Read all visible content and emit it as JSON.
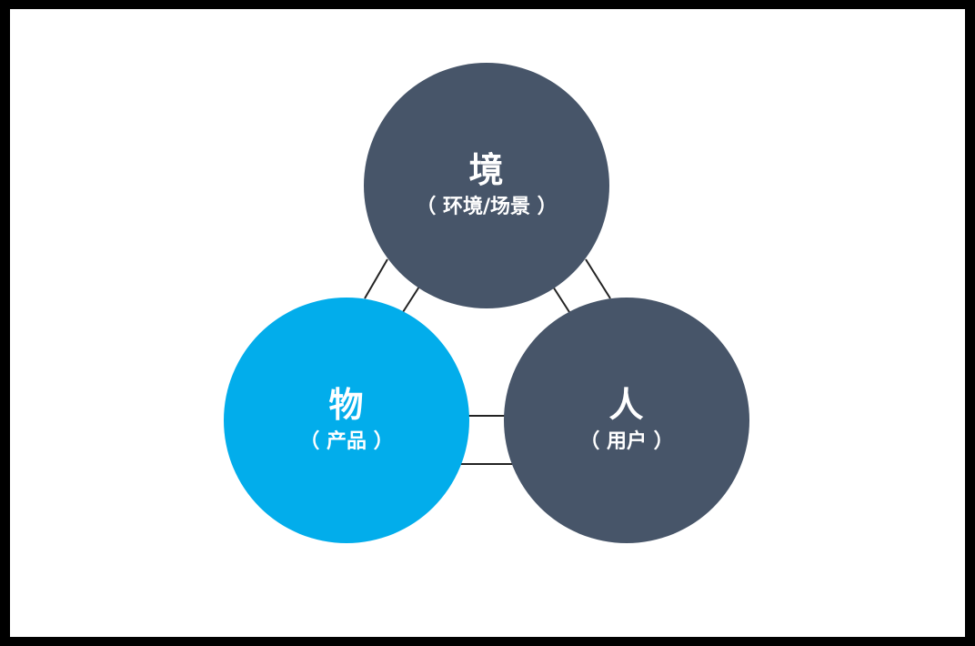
{
  "colors": {
    "frame": "#000000",
    "background": "#ffffff",
    "dark_node": "#475569",
    "accent_node": "#02adeb",
    "connector": "#222222"
  },
  "nodes": {
    "top": {
      "title": "境",
      "subtitle": "（ 环境/场景 ）"
    },
    "left": {
      "title": "物",
      "subtitle": "（ 产品 ）"
    },
    "right": {
      "title": "人",
      "subtitle": "（ 用户 ）"
    }
  }
}
